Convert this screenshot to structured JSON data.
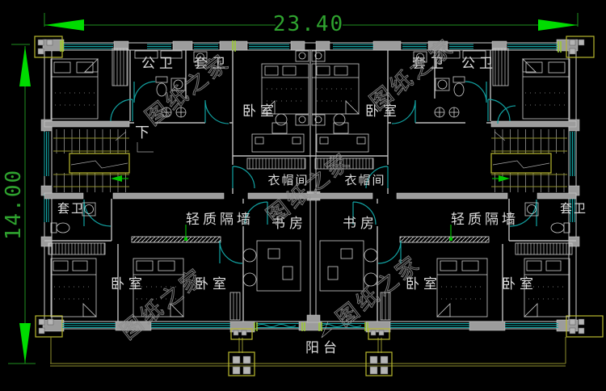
{
  "dimensions": {
    "width_label": "23.40",
    "height_label": "14.00"
  },
  "watermark": {
    "text": "图纸之家"
  },
  "labels": [
    {
      "text": "公卫"
    },
    {
      "text": "套卫"
    },
    {
      "text": "套卫"
    },
    {
      "text": "公卫"
    },
    {
      "text": "卧室"
    },
    {
      "text": "卧室"
    },
    {
      "text": "下"
    },
    {
      "text": "衣帽间"
    },
    {
      "text": "衣帽间"
    },
    {
      "text": "轻质隔墙"
    },
    {
      "text": "书房"
    },
    {
      "text": "书房"
    },
    {
      "text": "轻质隔墙"
    },
    {
      "text": "套卫"
    },
    {
      "text": "套卫"
    },
    {
      "text": "卧室"
    },
    {
      "text": "卧室"
    },
    {
      "text": "卧室"
    },
    {
      "text": "卧室"
    },
    {
      "text": "阳台"
    }
  ],
  "colors": {
    "background": "#000000",
    "dimension_line": "#1f8f1f",
    "dimension_arrow": "#00dc00",
    "dimension_text": "#2fa32f",
    "wall_line": "#cfcfcf",
    "column_fill": "#9c9c9c",
    "window_teal": "#14a8a8",
    "door_teal": "#12a2a2",
    "stair_olive": "#8f8f2e",
    "leader_green": "#00b400",
    "wall_tick_green": "#9ccc2e",
    "label_text": "#dcdcdc",
    "watermark_gray": "#8f8f8f"
  }
}
